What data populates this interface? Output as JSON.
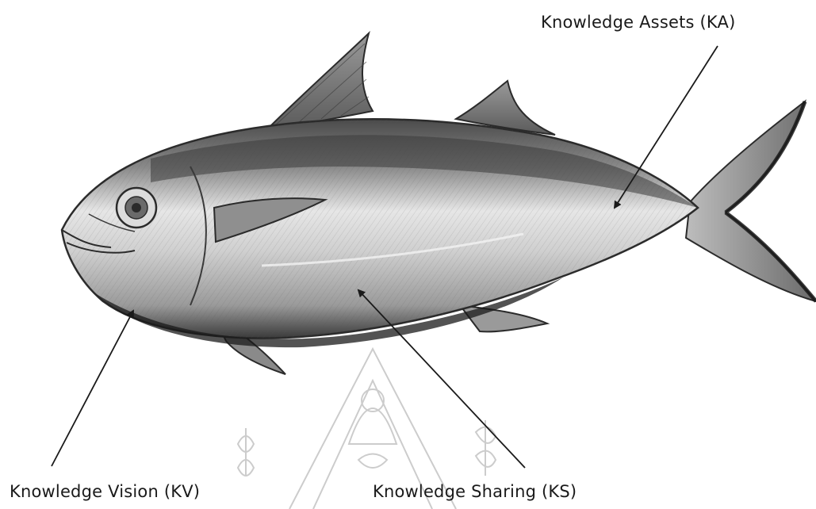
{
  "labels": {
    "knowledge_assets": "Knowledge Assets (KA)",
    "knowledge_vision": "Knowledge Vision (KV)",
    "knowledge_sharing": "Knowledge Sharing (KS)"
  },
  "colors": {
    "ink": "#1a1a1a",
    "pencil_dark": "#2b2b2b",
    "pencil_mid": "#7a7a7a",
    "pencil_light": "#c9c9c9",
    "watermark": "#bdbdbd",
    "background": "#ffffff"
  }
}
